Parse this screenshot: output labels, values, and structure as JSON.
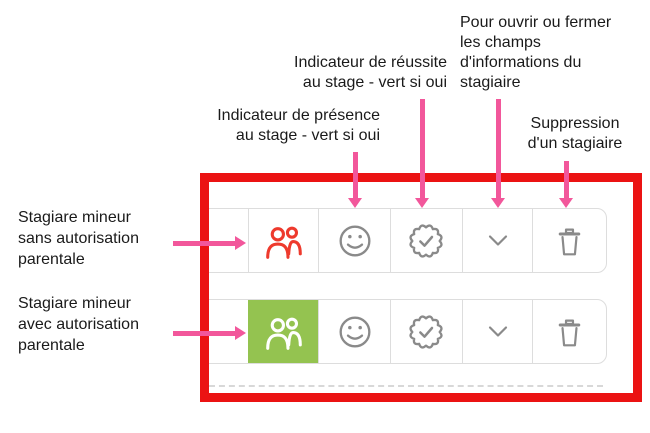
{
  "annotations": {
    "open_close_fields": "Pour ouvrir ou fermer\nles champs\nd'informations du\nstagiaire",
    "success_indicator": "Indicateur de réussite\nau stage - vert si oui",
    "presence_indicator": "Indicateur de présence\nau stage - vert si oui",
    "delete_trainee": "Suppression\nd'un stagiaire",
    "minor_without_auth": "Stagiare mineur\nsans autorisation\nparentale",
    "minor_with_auth": "Stagiare mineur\navec autorisation\nparentale"
  },
  "panel": {
    "rows": [
      {
        "people_state": "red",
        "icons": [
          "people-icon",
          "smiley-icon",
          "badge-check-icon",
          "chevron-down-icon",
          "trash-icon"
        ]
      },
      {
        "people_state": "green",
        "icons": [
          "people-icon",
          "smiley-icon",
          "badge-check-icon",
          "chevron-down-icon",
          "trash-icon"
        ]
      }
    ]
  },
  "colors": {
    "frame_red": "#EB1313",
    "arrow_pink": "#F2579B",
    "people_red": "#EE3A2D",
    "authorized_green": "#94C350",
    "icon_gray": "#8A8A8A"
  }
}
